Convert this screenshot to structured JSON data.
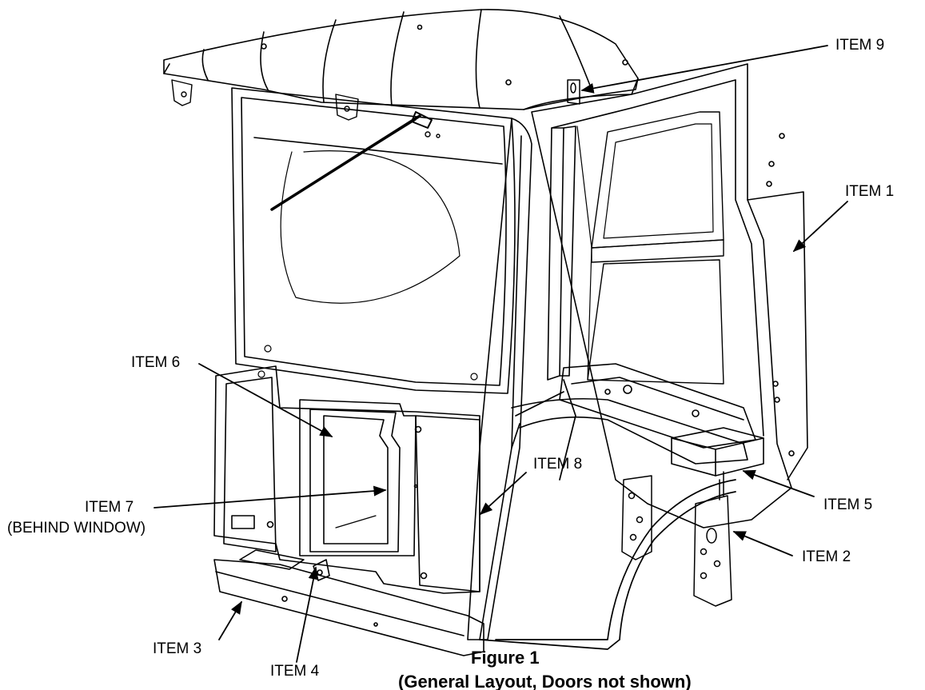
{
  "figure": {
    "title": "Figure 1",
    "subtitle": "(General Layout, Doors not shown)"
  },
  "callouts": [
    {
      "id": "item9",
      "label": "ITEM 9"
    },
    {
      "id": "item1",
      "label": "ITEM 1"
    },
    {
      "id": "item6",
      "label": "ITEM 6"
    },
    {
      "id": "item8",
      "label": "ITEM 8"
    },
    {
      "id": "item7",
      "label": "ITEM 7",
      "note": "(BEHIND WINDOW)"
    },
    {
      "id": "item5",
      "label": "ITEM 5"
    },
    {
      "id": "item2",
      "label": "ITEM 2"
    },
    {
      "id": "item3",
      "label": "ITEM 3"
    },
    {
      "id": "item4",
      "label": "ITEM 4"
    }
  ],
  "colors": {
    "line": "#000000",
    "background": "#ffffff"
  }
}
